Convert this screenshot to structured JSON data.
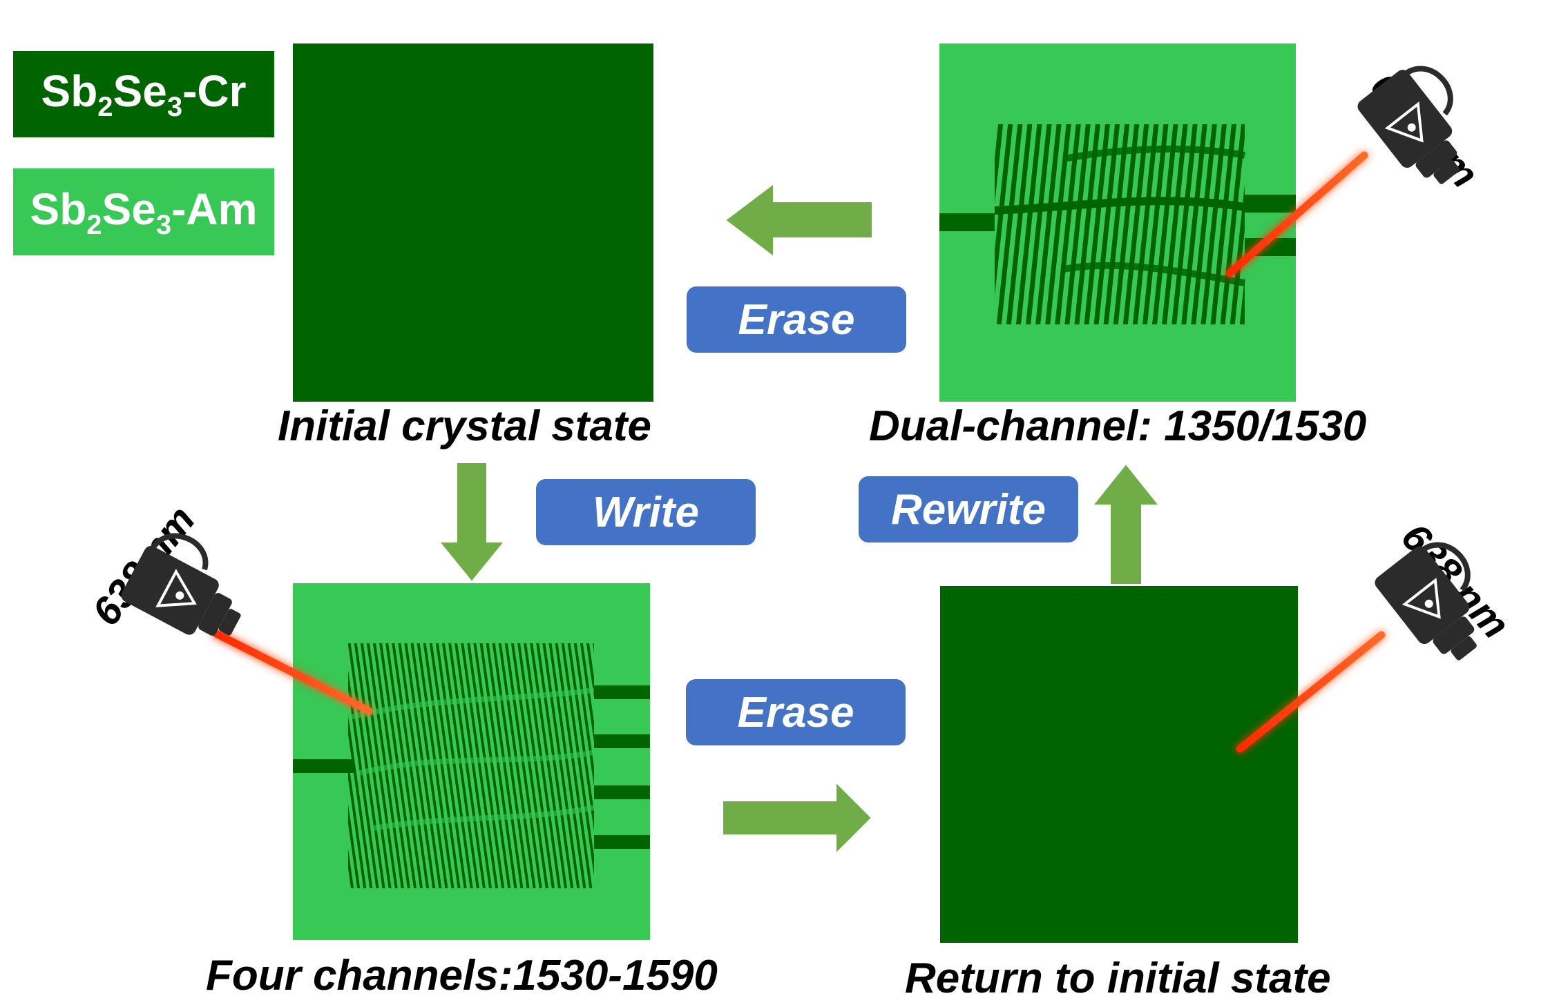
{
  "legend": {
    "crystal": {
      "base": "Sb",
      "sub1": "2",
      "mid": "Se",
      "sub2": "3",
      "suffix": "-Cr",
      "color": "#006400"
    },
    "amorphous": {
      "base": "Sb",
      "sub1": "2",
      "mid": "Se",
      "sub2": "3",
      "suffix": "-Am",
      "color": "#37c856"
    }
  },
  "states": {
    "initial": "Initial crystal state",
    "dual": "Dual-channel: 1350/1530",
    "four": "Four channels:1530-1590",
    "return": "Return to initial state"
  },
  "actions": {
    "erase_top": "Erase",
    "write": "Write",
    "rewrite": "Rewrite",
    "erase_bottom": "Erase"
  },
  "laser": {
    "wavelength": "638 nm",
    "beam_color": "#ff3b12"
  },
  "colors": {
    "crystal": "#006400",
    "amorphous": "#37c856",
    "arrow": "#70ad47",
    "action_pill": "#4472c4"
  }
}
